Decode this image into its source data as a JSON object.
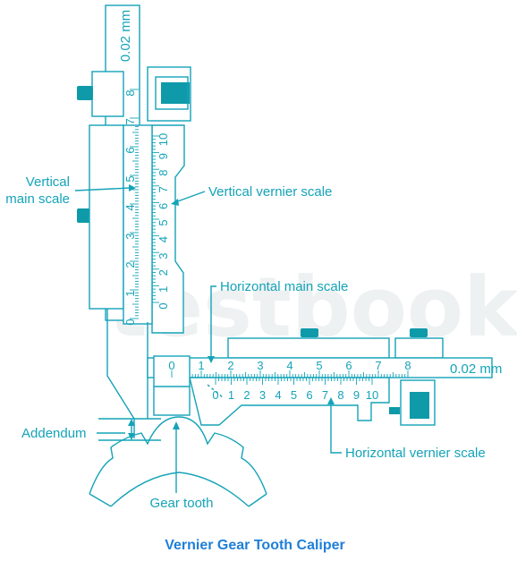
{
  "title": "Vernier Gear Tooth Caliper",
  "watermark": "testbook",
  "colors": {
    "line": "#14a3b8",
    "title": "#1f7fd8",
    "knob": "#0e9aa8"
  },
  "labels": {
    "least_count_vertical": "0.02 mm",
    "least_count_horizontal": "0.02 mm",
    "vertical_main_scale": [
      "Vertical",
      "main scale"
    ],
    "vertical_vernier_scale": "Vertical vernier scale",
    "horizontal_main_scale": "Horizontal main scale",
    "horizontal_vernier_scale": "Horizontal vernier scale",
    "addendum": "Addendum",
    "gear_tooth": "Gear tooth"
  },
  "vertical_main_scale_numbers": [
    "0",
    "1",
    "2",
    "3",
    "4",
    "5",
    "6",
    "7",
    "8"
  ],
  "vertical_vernier_scale_numbers": [
    "0",
    "1",
    "2",
    "3",
    "4",
    "5",
    "6",
    "7",
    "8",
    "9",
    "10"
  ],
  "horizontal_main_scale_numbers": [
    "0",
    "1",
    "2",
    "3",
    "4",
    "5",
    "6",
    "7",
    "8"
  ],
  "horizontal_vernier_scale_numbers": [
    "0",
    "1",
    "2",
    "3",
    "4",
    "5",
    "6",
    "7",
    "8",
    "9",
    "10"
  ]
}
